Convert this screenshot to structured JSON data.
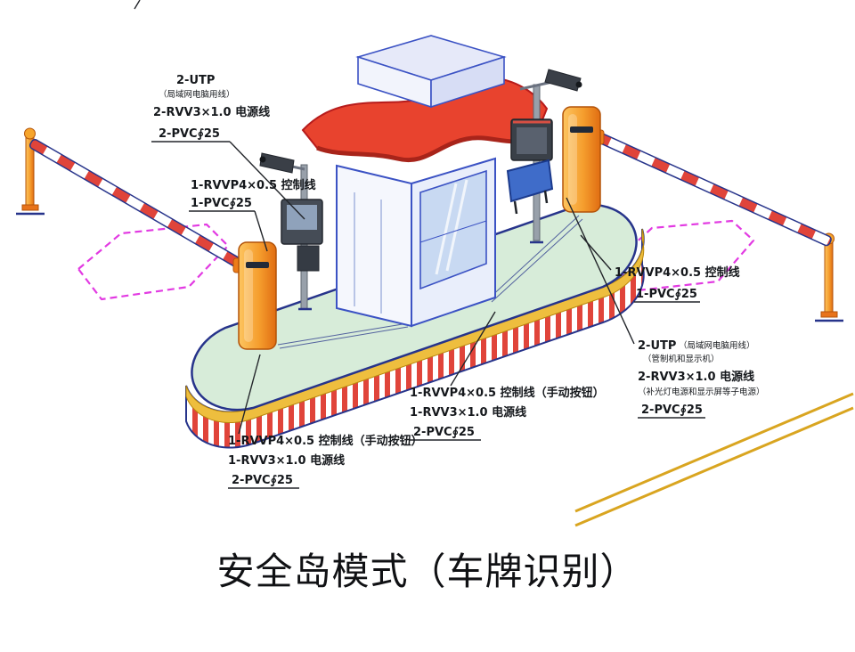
{
  "title": "安全岛模式（车牌识别）",
  "annotations": {
    "top_left": {
      "line1": "2-UTP",
      "line1_small": "（局域网电脑用线）",
      "line2": "2-RVV3×1.0 电源线",
      "line3": "2-PVC∮25"
    },
    "left": {
      "line1": "1-RVVP4×0.5 控制线",
      "line2": "1-PVC∮25"
    },
    "bottom_left": {
      "line1": "1-RVVP4×0.5 控制线（手动按钮）",
      "line2": "1-RVV3×1.0 电源线",
      "line3": "2-PVC∮25"
    },
    "bottom_middle": {
      "line1": "1-RVVP4×0.5 控制线（手动按钮）",
      "line2": "1-RVV3×1.0 电源线",
      "line3": "2-PVC∮25"
    },
    "right_upper": {
      "line1": "1-RVVP4×0.5 控制线",
      "line2": "1-PVC∮25"
    },
    "right_lower": {
      "line1": "2-UTP",
      "line1_small": "（局域网电脑用线）",
      "line2_small": "（管制机和显示机）",
      "line3": "2-RVV3×1.0 电源线",
      "line4_small": "（补光灯电源和显示屏等子电源）",
      "line5": "2-PVC∮25"
    }
  },
  "colors": {
    "island_green": "#d7ecd9",
    "stripe_red": "#e0443a",
    "band_yellow": "#eebe3e",
    "canopy_red": "#e8432e",
    "coil_magenta": "#e23ae2",
    "conduit_yellow": "#d9a520",
    "outline_blue": "#27348b"
  }
}
